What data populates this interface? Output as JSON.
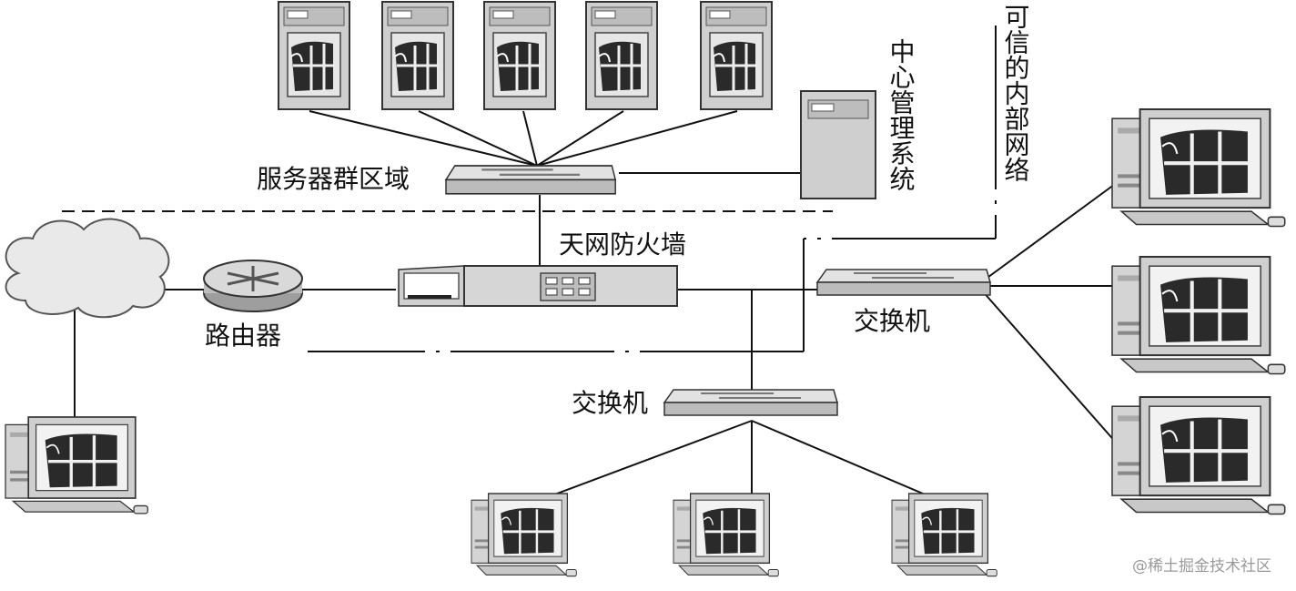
{
  "labels": {
    "server_zone": "服务器群区域",
    "central_mgmt": "中心管理系统",
    "trusted_intranet": "可信的内部网络",
    "firewall": "天网防火墙",
    "router": "路由器",
    "switch_right": "交换机",
    "switch_bottom": "交换机"
  },
  "watermark": "@稀土掘金技术社区",
  "icons": [
    "cloud-icon",
    "router-icon",
    "firewall-icon",
    "switch-icon",
    "server-tower-icon",
    "workstation-icon"
  ]
}
